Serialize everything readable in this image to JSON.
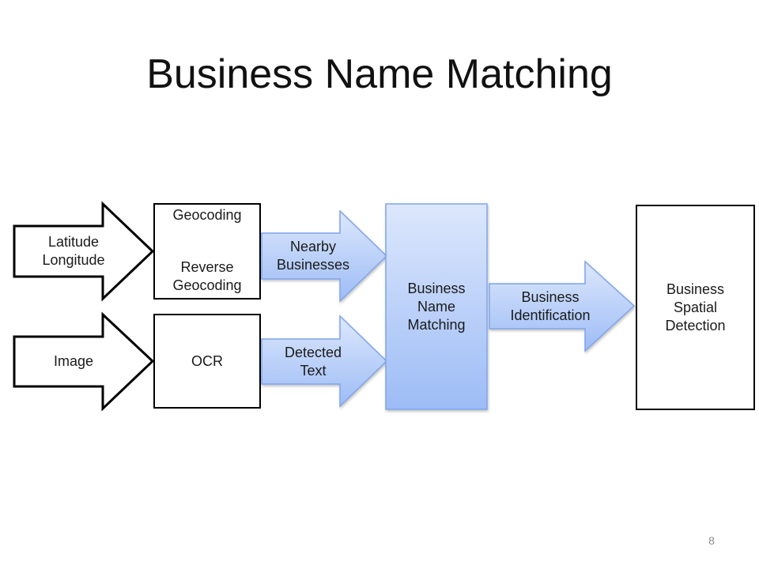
{
  "slide": {
    "title": "Business Name Matching",
    "page_number": "8"
  },
  "diagram": {
    "input_latlng": {
      "line1": "Latitude",
      "line2": "Longitude"
    },
    "input_image": {
      "label": "Image"
    },
    "geocoding_box": {
      "line1": "Geocoding",
      "line2": "Reverse",
      "line3": "Geocoding"
    },
    "ocr_box": {
      "label": "OCR"
    },
    "nearby_arrow": {
      "line1": "Nearby",
      "line2": "Businesses"
    },
    "detected_arrow": {
      "line1": "Detected",
      "line2": "Text"
    },
    "matching_box": {
      "line1": "Business",
      "line2": "Name",
      "line3": "Matching"
    },
    "identification_arrow": {
      "line1": "Business",
      "line2": "Identification"
    },
    "spatial_box": {
      "line1": "Business",
      "line2": "Spatial",
      "line3": "Detection"
    }
  },
  "colors": {
    "blue_light": "#dce7fc",
    "blue_dark": "#9dbcf6",
    "blue_border": "#7fa5ea",
    "outline": "#000000"
  }
}
